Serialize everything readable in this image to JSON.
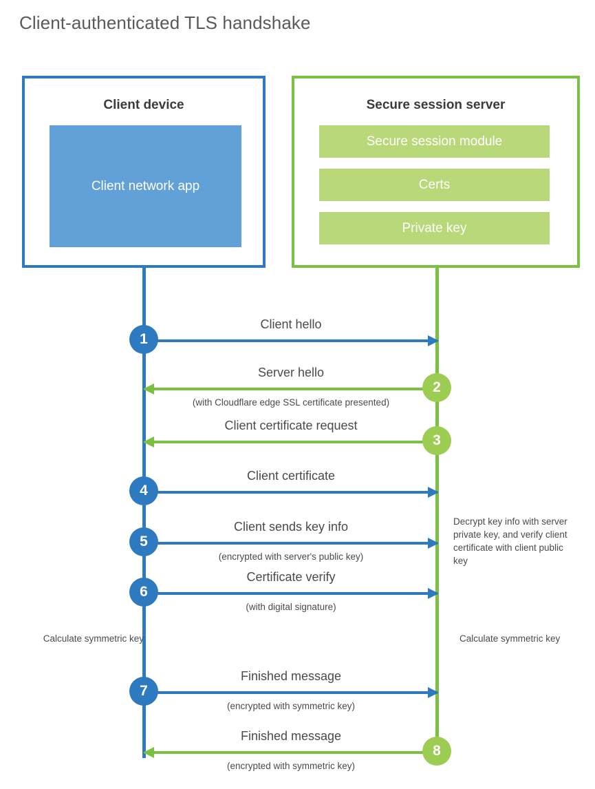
{
  "title": "Client-authenticated TLS handshake",
  "colors": {
    "client_blue": "#2d7ac0",
    "client_app_blue": "#62a0d8",
    "server_green": "#7ac143",
    "server_bar_green": "#b9d87a",
    "step_circle_green": "#9ccc52",
    "text_gray": "#4a4a4a",
    "background": "#ffffff"
  },
  "client": {
    "title": "Client device",
    "app_label": "Client network app"
  },
  "server": {
    "title": "Secure session server",
    "components": [
      "Secure session module",
      "Certs",
      "Private key"
    ]
  },
  "steps": [
    {
      "number": "1",
      "label": "Client hello",
      "sublabel": "",
      "direction": "client-to-server",
      "side": "client"
    },
    {
      "number": "2",
      "label": "Server hello",
      "sublabel": "(with Cloudflare edge SSL certificate presented)",
      "direction": "server-to-client",
      "side": "server"
    },
    {
      "number": "3",
      "label": "Client certificate request",
      "sublabel": "",
      "direction": "server-to-client",
      "side": "server"
    },
    {
      "number": "4",
      "label": "Client certificate",
      "sublabel": "",
      "direction": "client-to-server",
      "side": "client"
    },
    {
      "number": "5",
      "label": "Client sends key info",
      "sublabel": "(encrypted with server's public key)",
      "direction": "client-to-server",
      "side": "client"
    },
    {
      "number": "6",
      "label": "Certificate verify",
      "sublabel": "(with digital signature)",
      "direction": "client-to-server",
      "side": "client"
    },
    {
      "number": "7",
      "label": "Finished message",
      "sublabel": "(encrypted with symmetric key)",
      "direction": "client-to-server",
      "side": "client"
    },
    {
      "number": "8",
      "label": "Finished message",
      "sublabel": "(encrypted with symmetric key)",
      "direction": "server-to-client",
      "side": "server"
    }
  ],
  "annotations": {
    "server_decrypt_note": "Decrypt key info with server private key, and verify client certificate with client public key",
    "client_calculate_note": "Calculate symmetric key",
    "server_calculate_note": "Calculate symmetric key"
  }
}
